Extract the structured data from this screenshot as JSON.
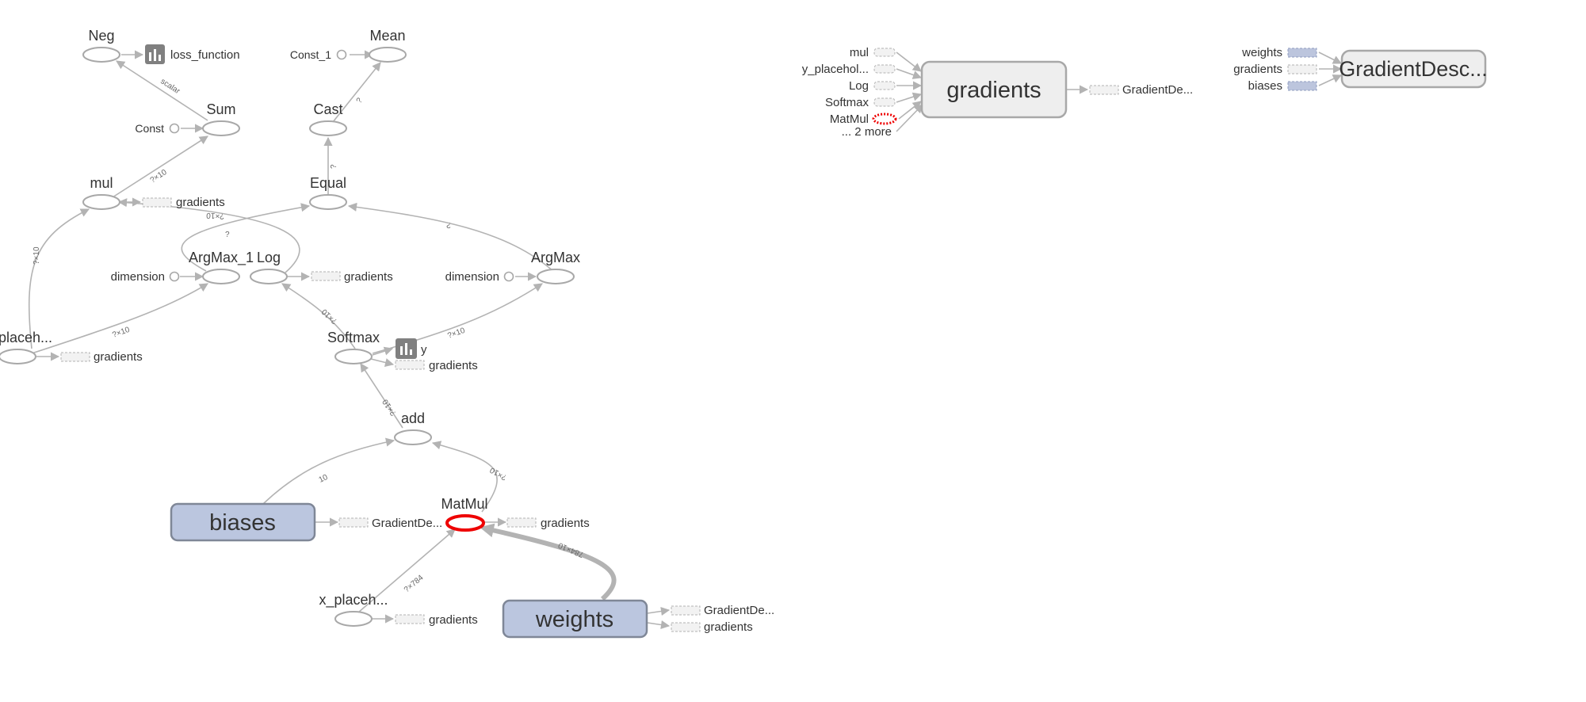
{
  "main_graph": {
    "nodes": {
      "neg": "Neg",
      "sum": "Sum",
      "mean": "Mean",
      "cast": "Cast",
      "mul": "mul",
      "equal": "Equal",
      "argmax_1": "ArgMax_1",
      "log": "Log",
      "argmax": "ArgMax",
      "y_placeholder": "placeh...",
      "softmax": "Softmax",
      "add": "add",
      "matmul": "MatMul",
      "biases": "biases",
      "weights": "weights",
      "x_placeholder": "x_placeh..."
    },
    "auxiliary": {
      "loss_function": "loss_function",
      "const_1": "Const_1",
      "const": "Const",
      "dimension_left": "dimension",
      "dimension_right": "dimension",
      "y_summary": "y",
      "gradients_mul": "gradients",
      "gradients_log": "gradients",
      "gradients_placeholder": "gradients",
      "gradients_softmax": "gradients",
      "gradients_matmul": "gradients",
      "gradients_x": "gradients",
      "gradients_weights": "gradients",
      "gradient_descent_biases": "GradientDe...",
      "gradient_descent_weights": "GradientDe..."
    },
    "edge_labels": {
      "sum_neg": "scalar",
      "cast_mean": "?",
      "mul_sum": "?×10",
      "equal_cast": "?",
      "log_mul": "?×10",
      "argmax1_equal": "?",
      "argmax_equal": "?",
      "placeholder_mul": "?×10",
      "placeholder_argmax1": "?×10",
      "softmax_log": "?×10",
      "softmax_argmax": "?×10",
      "add_softmax": "?×10",
      "biases_add": "10",
      "matmul_add": "?×10",
      "x_matmul": "?×784",
      "weights_matmul": "784×10"
    }
  },
  "gradients_node": {
    "title": "gradients",
    "inputs": [
      "mul",
      "y_placehol...",
      "Log",
      "Softmax",
      "MatMul",
      "... 2 more"
    ],
    "output": "GradientDe..."
  },
  "gradient_descent_node": {
    "title": "GradientDesc...",
    "inputs": [
      "weights",
      "gradients",
      "biases"
    ]
  },
  "colors": {
    "edge": "#b3b3b3",
    "selected": "#ee0000",
    "variable_fill": "#bbc6df",
    "metanode_fill": "#eeeeee"
  }
}
